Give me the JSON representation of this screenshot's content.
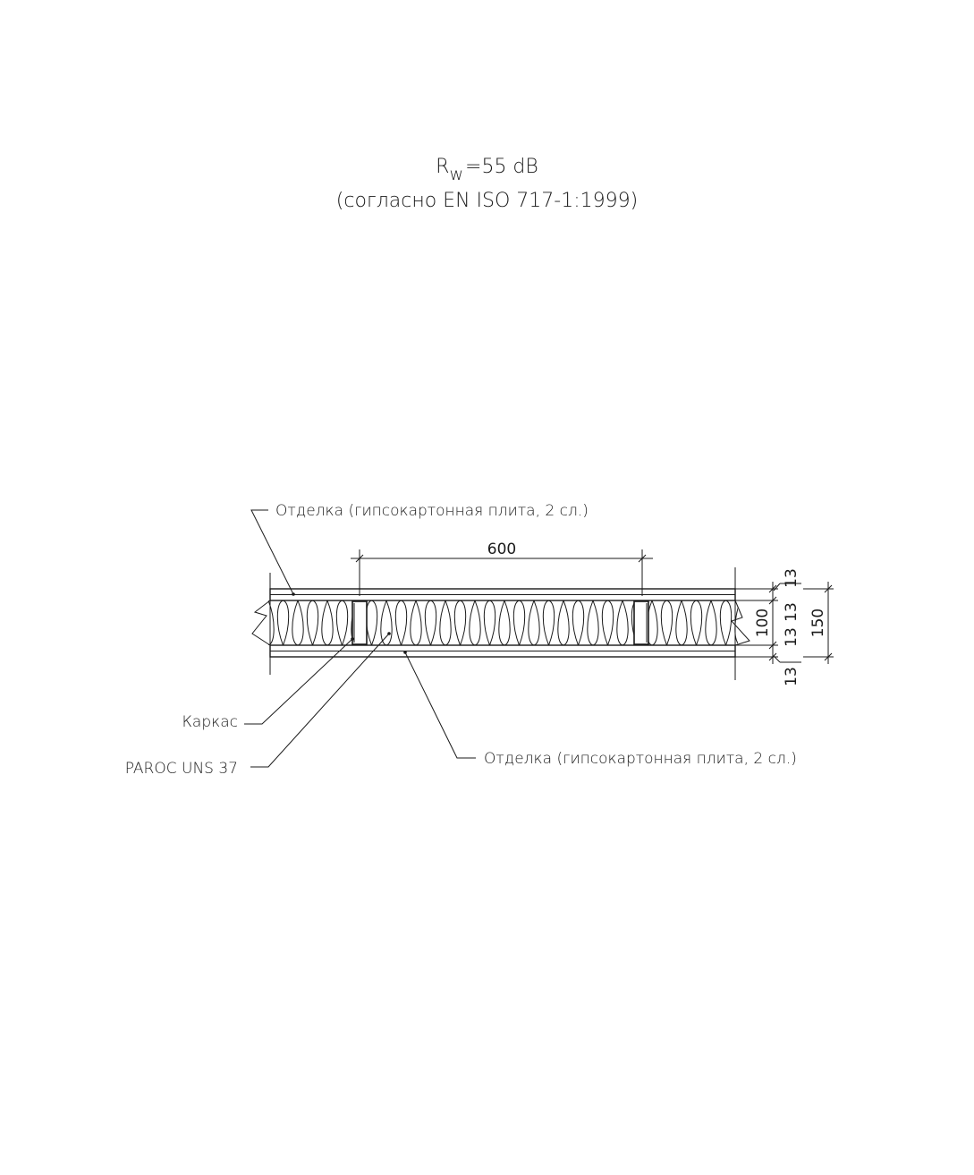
{
  "header": {
    "rating_prefix": "R",
    "rating_sub": "w",
    "rating_value": "=55 dB",
    "standard": "(согласно EN ISO 717-1:1999)"
  },
  "labels": {
    "finish_top": "Отделка (гипсокартонная плита, 2 сл.)",
    "frame": "Каркас",
    "insulation": "PAROC UNS 37",
    "finish_bottom": "Отделка (гипсокартонная плита, 2 сл.)"
  },
  "dimensions": {
    "stud_spacing": "600",
    "board_top": "13",
    "board_inner_top": "13",
    "board_inner_bottom": "13",
    "board_bottom": "13",
    "core": "100",
    "total": "150"
  }
}
